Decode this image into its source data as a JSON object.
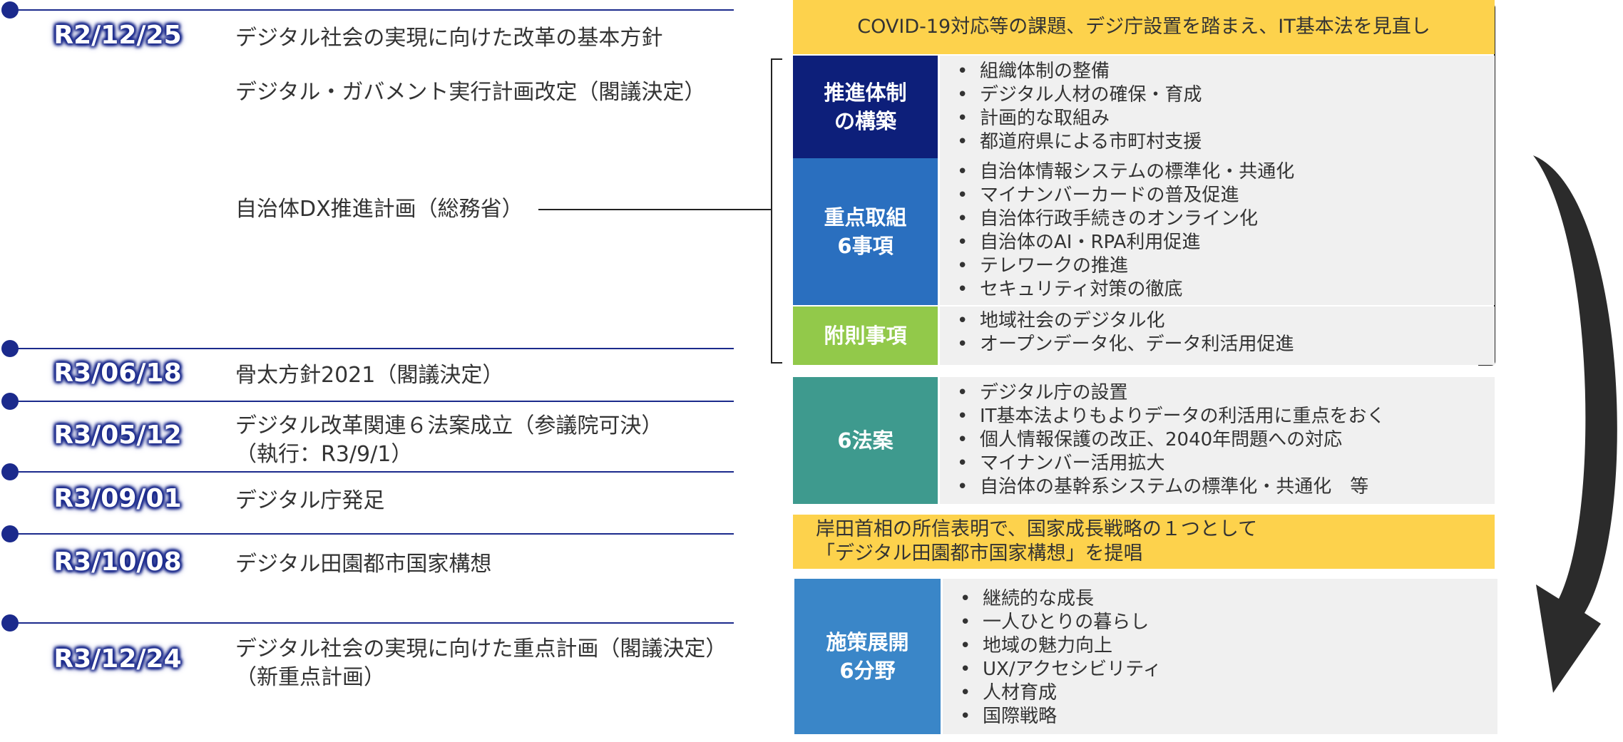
{
  "timeline": [
    {
      "date": "R2/12/25",
      "events": [
        "デジタル社会の実現に向けた改革の基本方針",
        "デジタル・ガバメント実行計画改定（閣議決定）",
        "自治体DX推進計画（総務省）"
      ]
    },
    {
      "date": "R3/06/18",
      "events": [
        "骨太方針2021（閣議決定）"
      ]
    },
    {
      "date": "R3/05/12",
      "events": [
        "デジタル改革関連６法案成立（参議院可決）",
        "（執行：R3/9/1）"
      ]
    },
    {
      "date": "R3/09/01",
      "events": [
        "デジタル庁発足"
      ]
    },
    {
      "date": "R3/10/08",
      "events": [
        "デジタル田園都市国家構想"
      ]
    },
    {
      "date": "R3/12/24",
      "events": [
        "デジタル社会の実現に向けた重点計画（閣議決定）",
        "（新重点計画）"
      ]
    }
  ],
  "panel": {
    "top_banner": "COVID-19対応等の課題、デジ庁設置を踏まえ、IT基本法を見直し",
    "sections": [
      {
        "label": "推進体制\nの構築",
        "color": "#0d1f7a",
        "items": [
          "組織体制の整備",
          "デジタル人材の確保・育成",
          "計画的な取組み",
          "都道府県による市町村支援"
        ]
      },
      {
        "label": "重点取組\n6事項",
        "color": "#2a6fbf",
        "items": [
          "自治体情報システムの標準化・共通化",
          "マイナンバーカードの普及促進",
          "自治体行政手続きのオンライン化",
          "自治体のAI・RPA利用促進",
          "テレワークの推進",
          "セキュリティ対策の徹底"
        ]
      },
      {
        "label": "附則事項",
        "color": "#92c94a",
        "items": [
          "地域社会のデジタル化",
          "オープンデータ化、データ利活用促進"
        ]
      },
      {
        "label": "6法案",
        "color": "#3e9a8e",
        "items": [
          "デジタル庁の設置",
          "IT基本法よりもよりデータの利活用に重点をおく",
          "個人情報保護の改正、2040年問題への対応",
          "マイナンバー活用拡大",
          "自治体の基幹系システムの標準化・共通化　等"
        ]
      },
      {
        "label": "施策展開\n6分野",
        "color": "#3a86c8",
        "items": [
          "継続的な成長",
          "一人ひとりの暮らし",
          "地域の魅力向上",
          "UX/アクセシビリティ",
          "人材育成",
          "国際戦略"
        ]
      }
    ],
    "middle_banner": [
      "岸田首相の所信表明で、国家成長戦略の１つとして",
      "「デジタル田園都市国家構想」を提唱"
    ]
  },
  "colors": {
    "timeline": "#1b2a8c",
    "banner": "#fdd24c",
    "list_bg": "#f0f0f0",
    "arrow": "#2b2b2b"
  }
}
